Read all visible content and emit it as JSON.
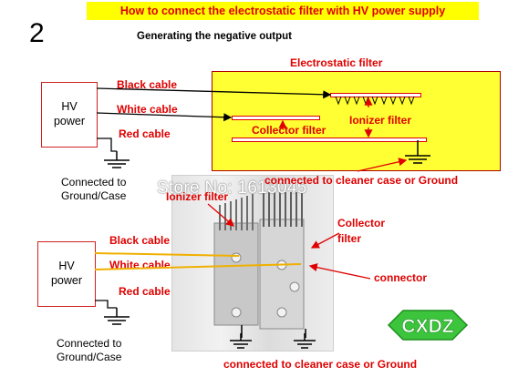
{
  "title": "How to connect the electrostatic filter with HV power supply",
  "step_number": "2",
  "subtitle": "Generating the negative output",
  "top_diagram": {
    "hv_box_line1": "HV",
    "hv_box_line2": "power",
    "black_cable": "Black cable",
    "white_cable": "White cable",
    "red_cable": "Red cable",
    "ground_line1": "Connected to",
    "ground_line2": "Ground/Case",
    "filter_title": "Electrostatic filter",
    "ionizer_filter": "Ionizer filter",
    "collector_filter": "Collector filter",
    "case_ground": "connected to cleaner case or Ground"
  },
  "bottom_diagram": {
    "hv_box_line1": "HV",
    "hv_box_line2": "power",
    "black_cable": "Black cable",
    "white_cable": "White cable",
    "red_cable": "Red cable",
    "ground_line1": "Connected to",
    "ground_line2": "Ground/Case",
    "ionizer_filter": "Ionizer filter",
    "collector_line1": "Collector",
    "collector_line2": "filter",
    "connector": "connector",
    "case_ground": "connected to cleaner case or Ground"
  },
  "watermark": "Store No: 1613045",
  "logo_text": "CXDZ",
  "colors": {
    "accent_red": "#e00000",
    "banner_yellow": "#ffff00",
    "filter_yellow": "#ffff33",
    "logo_green": "#3cc43c",
    "wire_orange": "#f0b000"
  }
}
